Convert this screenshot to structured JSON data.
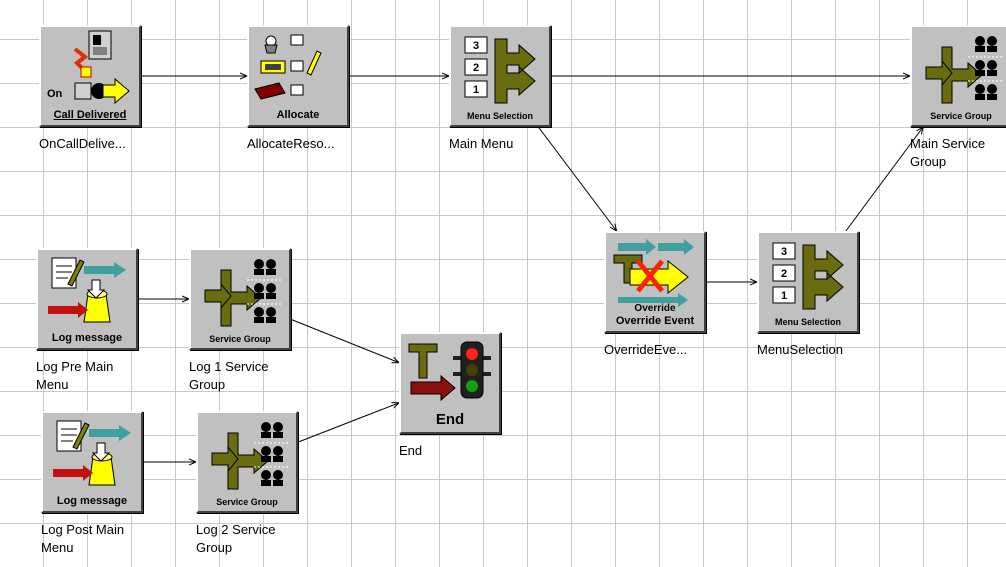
{
  "colors": {
    "canvas_background": "#ffffff",
    "grid_line": "#c8c8c8",
    "tile_background": "#c0c0c0",
    "olive": "#6b6b10",
    "arrow_yellow": "#ffff00",
    "connector": "#000000"
  },
  "nodes": [
    {
      "id": "oncalldelivered",
      "icon": "phone-event-icon",
      "caption": "Call Delivered",
      "caption_prefix": "On",
      "label": "OnCallDelive..."
    },
    {
      "id": "allocate",
      "icon": "allocate-resources-icon",
      "caption": "Allocate",
      "label": "AllocateReso..."
    },
    {
      "id": "mainmenu",
      "icon": "menu-selection-icon",
      "caption": "Menu Selection",
      "label": "Main Menu"
    },
    {
      "id": "mainservicegroup",
      "icon": "service-group-icon",
      "caption": "Service Group",
      "label": "Main Service Group"
    },
    {
      "id": "logpre",
      "icon": "log-message-icon",
      "caption": "Log message",
      "label": "Log Pre Main Menu"
    },
    {
      "id": "log1",
      "icon": "service-group-icon",
      "caption": "Service Group",
      "label": "Log 1 Service Group"
    },
    {
      "id": "end",
      "icon": "end-traffic-light-icon",
      "caption": "End",
      "label": "End"
    },
    {
      "id": "override",
      "icon": "override-event-icon",
      "caption": "Override Event",
      "label": "OverrideEve..."
    },
    {
      "id": "menuselection",
      "icon": "menu-selection-icon",
      "caption": "Menu Selection",
      "label": "MenuSelection"
    },
    {
      "id": "logpost",
      "icon": "log-message-icon",
      "caption": "Log message",
      "label": "Log Post Main Menu"
    },
    {
      "id": "log2",
      "icon": "service-group-icon",
      "caption": "Service Group",
      "label": "Log 2 Service Group"
    }
  ],
  "menu_keys": [
    "3",
    "2",
    "1"
  ],
  "connections": [
    [
      "oncalldelivered",
      "allocate"
    ],
    [
      "allocate",
      "mainmenu"
    ],
    [
      "mainmenu",
      "mainservicegroup"
    ],
    [
      "mainmenu",
      "override"
    ],
    [
      "override",
      "menuselection"
    ],
    [
      "menuselection",
      "mainservicegroup"
    ],
    [
      "logpre",
      "log1"
    ],
    [
      "log1",
      "end"
    ],
    [
      "logpost",
      "log2"
    ],
    [
      "log2",
      "end"
    ]
  ]
}
